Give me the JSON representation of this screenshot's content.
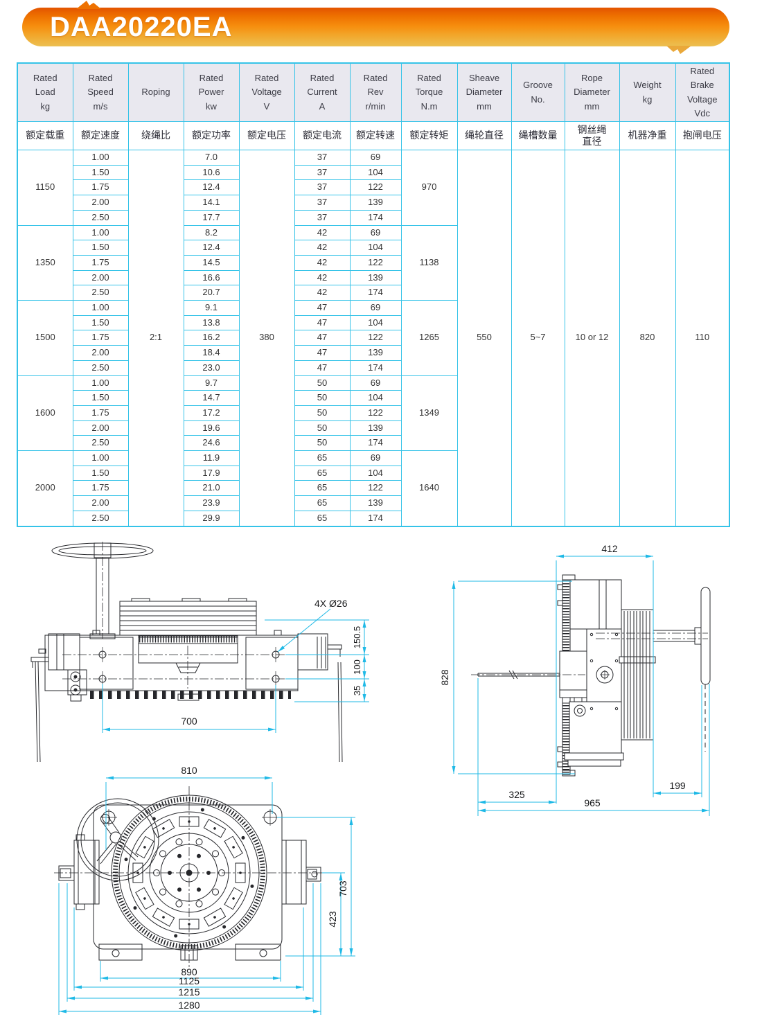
{
  "title": "DAA20220EA",
  "colors": {
    "accent_cyan": "#35c3e8",
    "dim_cyan": "#1fb9e6",
    "banner_orange_top": "#e35400",
    "banner_orange_bottom": "#ecc052",
    "header_bg": "#e9e8ef"
  },
  "table": {
    "headers_en": [
      "Rated\nLoad\nkg",
      "Rated\nSpeed\nm/s",
      "Roping",
      "Rated\nPower\nkw",
      "Rated\nVoltage\nV",
      "Rated\nCurrent\nA",
      "Rated\nRev\nr/min",
      "Rated\nTorque\nN.m",
      "Sheave\nDiameter\nmm",
      "Groove\nNo.",
      "Rope\nDiameter\nmm",
      "Weight\nkg",
      "Rated\nBrake\nVoltage\nVdc"
    ],
    "headers_cn": [
      "额定载重",
      "额定速度",
      "绕绳比",
      "额定功率",
      "额定电压",
      "额定电流",
      "额定转速",
      "额定转矩",
      "绳轮直径",
      "绳槽数量",
      "钢丝绳\n直径",
      "机器净重",
      "抱闸电压"
    ],
    "shared": {
      "roping": "2:1",
      "voltage": "380",
      "sheave_diameter": "550",
      "groove_no": "5~7",
      "rope_diameter": "10 or 12",
      "weight": "820",
      "brake_voltage": "110"
    },
    "groups": [
      {
        "load": "1150",
        "torque": "970",
        "rows": [
          [
            "1.00",
            "7.0",
            "37",
            "69"
          ],
          [
            "1.50",
            "10.6",
            "37",
            "104"
          ],
          [
            "1.75",
            "12.4",
            "37",
            "122"
          ],
          [
            "2.00",
            "14.1",
            "37",
            "139"
          ],
          [
            "2.50",
            "17.7",
            "37",
            "174"
          ]
        ]
      },
      {
        "load": "1350",
        "torque": "1138",
        "rows": [
          [
            "1.00",
            "8.2",
            "42",
            "69"
          ],
          [
            "1.50",
            "12.4",
            "42",
            "104"
          ],
          [
            "1.75",
            "14.5",
            "42",
            "122"
          ],
          [
            "2.00",
            "16.6",
            "42",
            "139"
          ],
          [
            "2.50",
            "20.7",
            "42",
            "174"
          ]
        ]
      },
      {
        "load": "1500",
        "torque": "1265",
        "rows": [
          [
            "1.00",
            "9.1",
            "47",
            "69"
          ],
          [
            "1.50",
            "13.8",
            "47",
            "104"
          ],
          [
            "1.75",
            "16.2",
            "47",
            "122"
          ],
          [
            "2.00",
            "18.4",
            "47",
            "139"
          ],
          [
            "2.50",
            "23.0",
            "47",
            "174"
          ]
        ]
      },
      {
        "load": "1600",
        "torque": "1349",
        "rows": [
          [
            "1.00",
            "9.7",
            "50",
            "69"
          ],
          [
            "1.50",
            "14.7",
            "50",
            "104"
          ],
          [
            "1.75",
            "17.2",
            "50",
            "122"
          ],
          [
            "2.00",
            "19.6",
            "50",
            "139"
          ],
          [
            "2.50",
            "24.6",
            "50",
            "174"
          ]
        ]
      },
      {
        "load": "2000",
        "torque": "1640",
        "rows": [
          [
            "1.00",
            "11.9",
            "65",
            "69"
          ],
          [
            "1.50",
            "17.9",
            "65",
            "104"
          ],
          [
            "1.75",
            "21.0",
            "65",
            "122"
          ],
          [
            "2.00",
            "23.9",
            "65",
            "139"
          ],
          [
            "2.50",
            "29.9",
            "65",
            "174"
          ]
        ]
      }
    ]
  },
  "drawings": {
    "front_elevation": {
      "hole_note": "4X Ø26",
      "d150_5": "150.5",
      "d100": "100",
      "d35": "35",
      "d700": "700"
    },
    "side_view": {
      "d412": "412",
      "d828": "828",
      "d325": "325",
      "d199": "199",
      "d965": "965"
    },
    "front_view": {
      "d810": "810",
      "d703": "703",
      "d423": "423",
      "d890": "890",
      "d1125": "1125",
      "d1215": "1215",
      "d1280": "1280"
    }
  }
}
